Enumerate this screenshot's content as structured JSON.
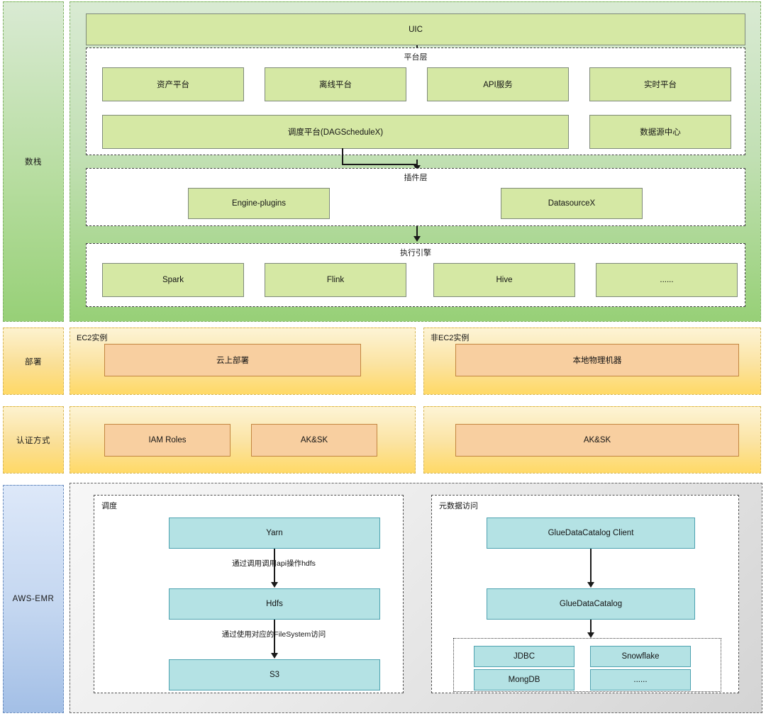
{
  "rails": [
    {
      "id": "shuzhan",
      "label": "数栈"
    },
    {
      "id": "deploy",
      "label": "部署"
    },
    {
      "id": "auth",
      "label": "认证方式"
    },
    {
      "id": "aws-emr",
      "label": "AWS-EMR"
    }
  ],
  "stack": {
    "uic": {
      "label": "UIC"
    },
    "platform_layer": {
      "caption": "平台层",
      "row1": [
        {
          "label": "资产平台"
        },
        {
          "label": "离线平台"
        },
        {
          "label": "API服务"
        },
        {
          "label": "实时平台"
        }
      ],
      "row2": [
        {
          "label": "调度平台(DAGScheduleX)"
        },
        {
          "label": "数据源中心"
        }
      ]
    },
    "plugin_layer": {
      "caption": "插件层",
      "items": [
        {
          "label": "Engine-plugins"
        },
        {
          "label": "DatasourceX"
        }
      ]
    },
    "engine_layer": {
      "caption": "执行引擎",
      "items": [
        {
          "label": "Spark"
        },
        {
          "label": "Flink"
        },
        {
          "label": "Hive"
        },
        {
          "label": "......"
        }
      ]
    }
  },
  "deploy": {
    "ec2": {
      "caption": "EC2实例",
      "box": "云上部署"
    },
    "non_ec2": {
      "caption": "非EC2实例",
      "box": "本地物理机器"
    }
  },
  "auth": {
    "ec2": {
      "items": [
        {
          "label": "IAM Roles"
        },
        {
          "label": "AK&SK"
        }
      ]
    },
    "non_ec2": {
      "items": [
        {
          "label": "AK&SK"
        }
      ]
    }
  },
  "emr": {
    "scheduling": {
      "caption": "调度",
      "nodes": [
        {
          "label": "Yarn"
        },
        {
          "label": "Hdfs"
        },
        {
          "label": "S3"
        }
      ],
      "edges": [
        {
          "label": "通过调用调用api操作hdfs"
        },
        {
          "label": "通过使用对应的FileSystem访问"
        }
      ]
    },
    "metadata": {
      "caption": "元数据访问",
      "nodes": [
        {
          "label": "GlueDataCatalog Client"
        },
        {
          "label": "GlueDataCatalog"
        }
      ],
      "sources": [
        {
          "label": "JDBC"
        },
        {
          "label": "Snowflake"
        },
        {
          "label": "MongDB"
        },
        {
          "label": "......"
        }
      ]
    }
  },
  "colors": {
    "green_box": "#d5e8a4",
    "green_band": "#97d077",
    "orange_box": "#f8cfa0",
    "orange_band": "#ffd966",
    "cyan_box": "#b4e2e4",
    "blue_rail": "#a3bfe6"
  }
}
